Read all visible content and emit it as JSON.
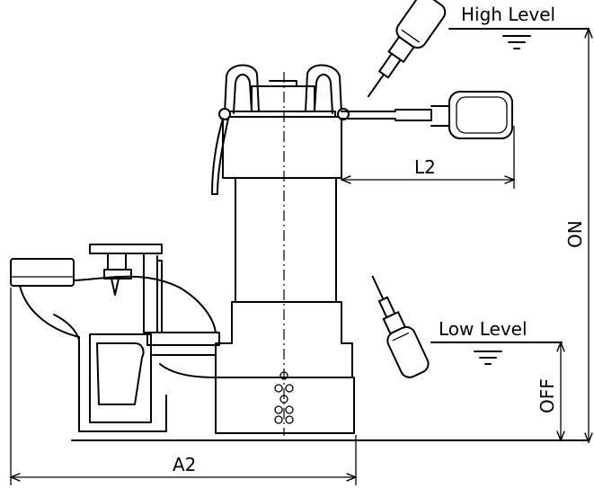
{
  "labels": {
    "high_level": "High Level",
    "low_level": "Low Level",
    "l2": "L2",
    "on": "ON",
    "off": "OFF",
    "a2": "A2"
  }
}
